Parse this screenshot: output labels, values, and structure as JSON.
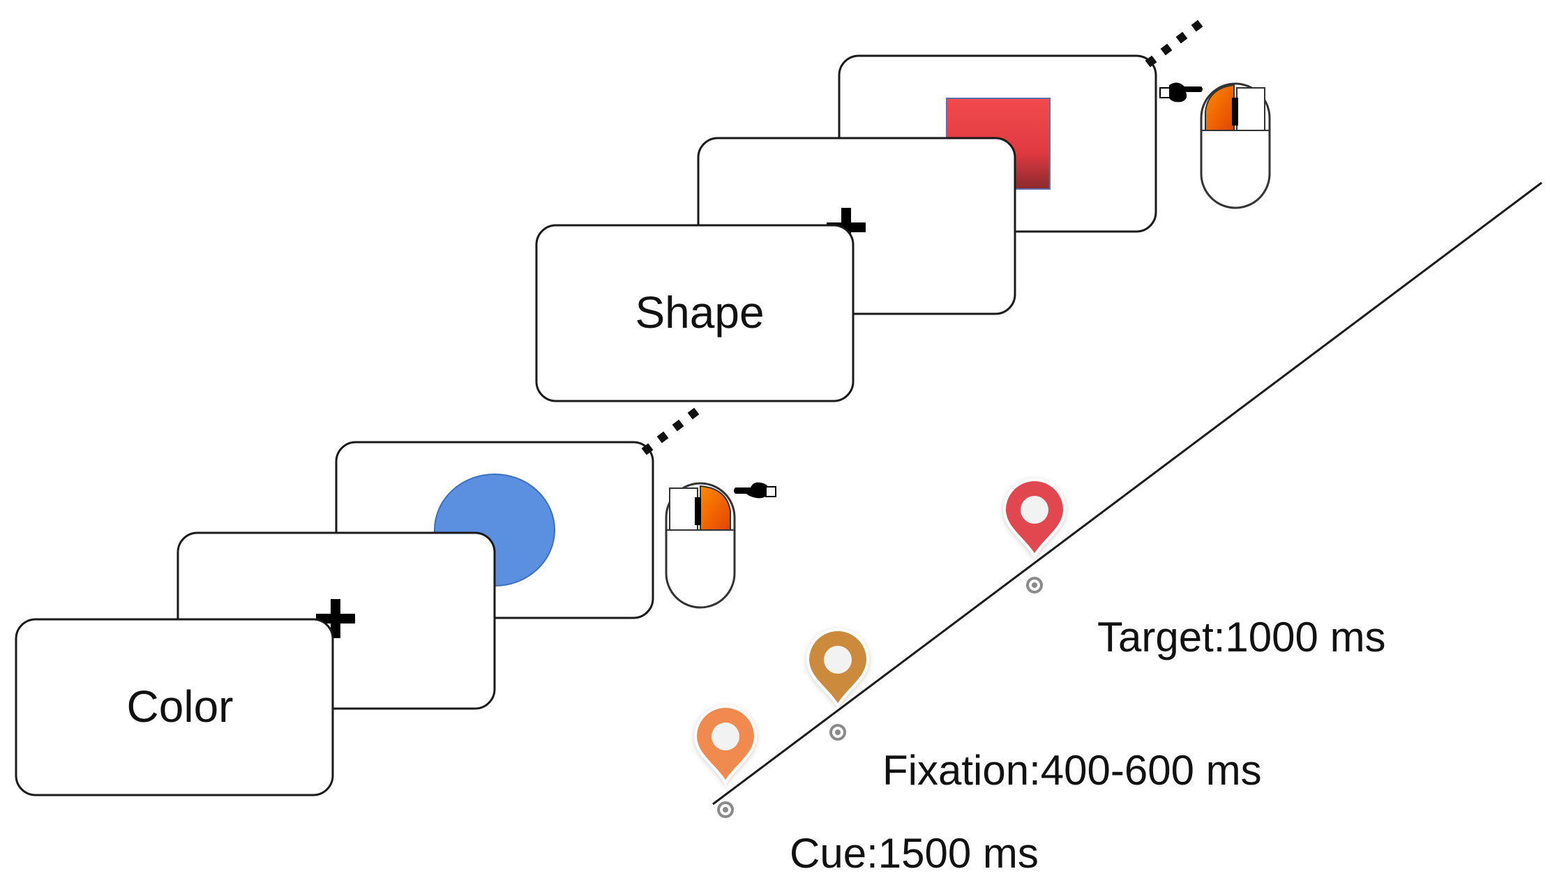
{
  "trials": [
    {
      "cue_label": "Color",
      "target_shape": "circle",
      "target_color": "#5b8fe0",
      "response": "right-click"
    },
    {
      "cue_label": "Shape",
      "target_shape": "square",
      "target_color": "#e53e45",
      "response": "left-click"
    }
  ],
  "fixation_symbol": "+",
  "timeline": [
    {
      "label": "Cue:1500 ms",
      "marker_color": "#f08a4f"
    },
    {
      "label": "Fixation:400-600 ms",
      "marker_color": "#cc8a3c"
    },
    {
      "label": "Target:1000 ms",
      "marker_color": "#e04650"
    }
  ],
  "colors": {
    "mouse_pressed_button": "#ff6a00",
    "outline": "#1a1a1a",
    "dot_separator": "#111111",
    "timeline_dot": "#888888"
  },
  "icons": [
    "mouse-icon",
    "pointing-hand-icon",
    "location-pin-icon"
  ]
}
